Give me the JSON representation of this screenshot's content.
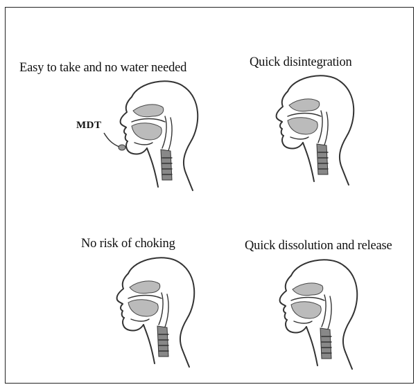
{
  "panels": [
    {
      "caption": "Easy to take and no water needed",
      "tablet_label": "MDT"
    },
    {
      "caption": "Quick disintegration"
    },
    {
      "caption": "No risk of choking"
    },
    {
      "caption": "Quick dissolution and release"
    }
  ]
}
